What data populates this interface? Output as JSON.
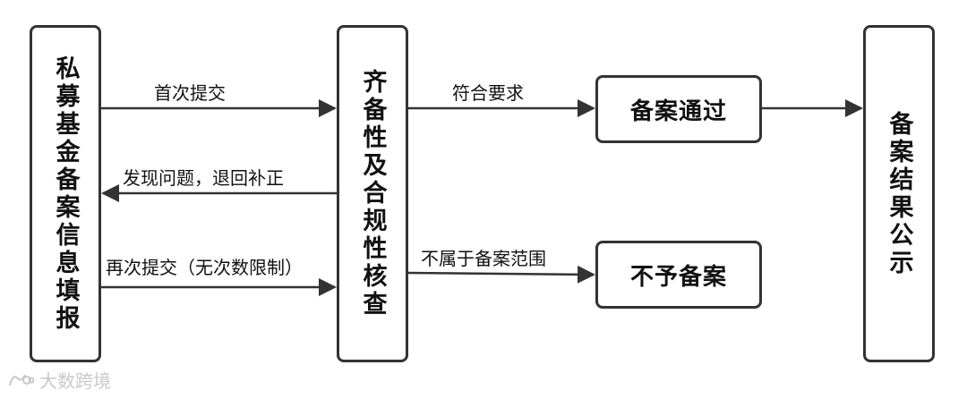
{
  "nodes": {
    "left": "私募基金备案信息填报",
    "center": "齐备性及合规性核查",
    "pass": "备案通过",
    "reject": "不予备案",
    "right": "备案结果公示"
  },
  "edges": {
    "first_submit": "首次提交",
    "return_fix": "发现问题，退回补正",
    "resubmit": "再次提交（无次数限制）",
    "meets": "符合要求",
    "not_in_scope": "不属于备案范围"
  },
  "watermark": {
    "text": "大数跨境",
    "icon": "brand-logo-icon"
  },
  "colors": {
    "stroke": "#333333",
    "text": "#111111",
    "watermark": "#c9c9c9"
  }
}
